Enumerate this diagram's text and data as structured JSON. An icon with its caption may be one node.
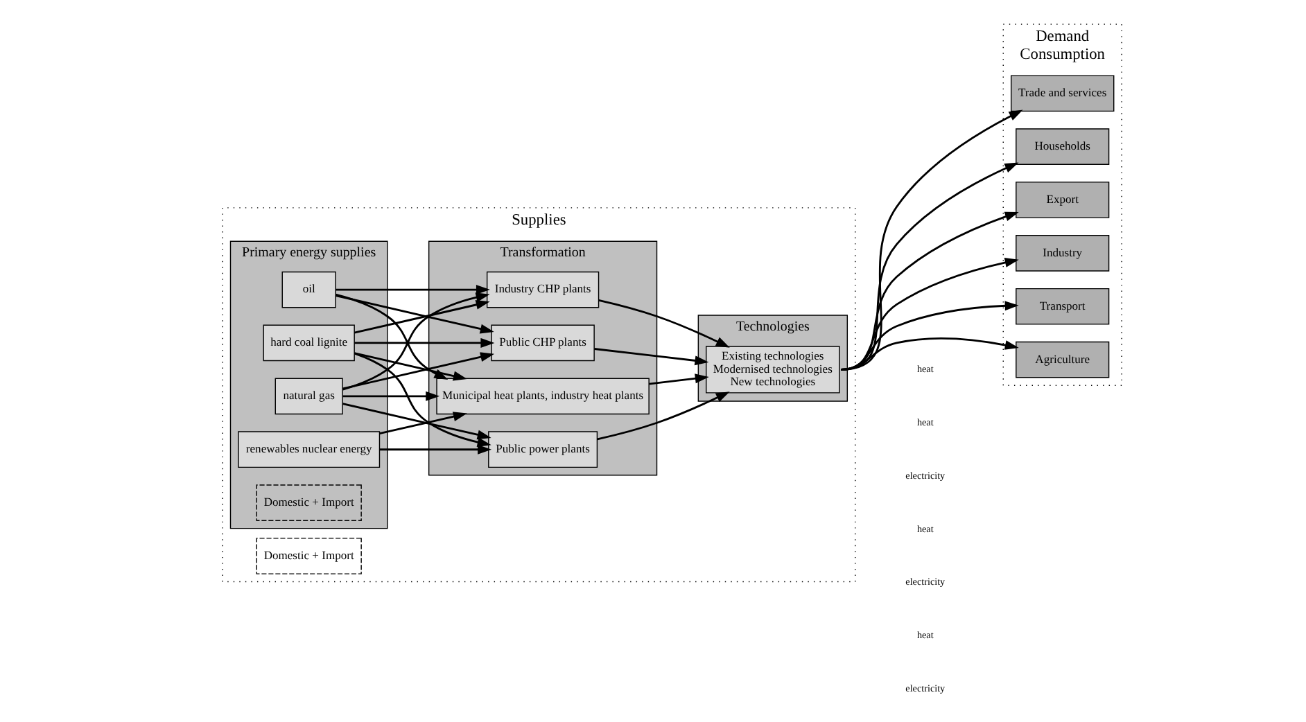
{
  "diagram": {
    "nodes": [
      {
        "text": [
          "Supplies"
        ]
      },
      {
        "text": [
          "Primary energy supplies"
        ],
        "in": 0
      },
      {
        "text": [
          "hard coal lignite"
        ],
        "in": 1
      },
      {
        "text": [
          "natural gas"
        ],
        "in": 1
      },
      {
        "text": [
          "oil"
        ],
        "in": 1
      },
      {
        "text": [
          "renewables nuclear energy"
        ],
        "in": 1
      },
      {
        "text": [
          "Domestic + Import"
        ],
        "in": 1
      },
      {
        "text": [
          "Transformation"
        ],
        "in": 0
      },
      {
        "text": [
          "Public power plants"
        ],
        "in": 7
      },
      {
        "text": [
          "Public CHP plants"
        ],
        "in": 7
      },
      {
        "text": [
          "Industry CHP plants"
        ],
        "in": 7
      },
      {
        "text": [
          "Municipal heat plants, industry heat plants"
        ],
        "in": 7
      },
      {
        "text": [
          "Technologies"
        ],
        "in": 0
      },
      {
        "text": [
          "Existing technologies",
          "Modernised technologies",
          "New technologies"
        ],
        "in": 12
      },
      {
        "text": [
          "Domestic + Import"
        ],
        "in": 0
      },
      {
        "text": [
          "Demand",
          "Consumption"
        ]
      },
      {
        "text": [
          "Industry"
        ],
        "in": 15
      },
      {
        "text": [
          "Transport"
        ],
        "in": 15
      },
      {
        "text": [
          "Agriculture"
        ],
        "in": 15
      },
      {
        "text": [
          "Trade and services"
        ],
        "in": 15
      },
      {
        "text": [
          "Households"
        ],
        "in": 15
      },
      {
        "text": [
          "Export"
        ],
        "in": 15
      }
    ],
    "edges": [
      {
        "from": 2,
        "to": 8,
        "arrow": "to"
      },
      {
        "from": 2,
        "to": 9,
        "arrow": "to"
      },
      {
        "from": 2,
        "to": 10,
        "arrow": "to"
      },
      {
        "from": 2,
        "to": 11,
        "arrow": "to"
      },
      {
        "from": 3,
        "to": 8,
        "arrow": "to"
      },
      {
        "from": 3,
        "to": 9,
        "arrow": "to"
      },
      {
        "from": 3,
        "to": 10,
        "arrow": "to"
      },
      {
        "from": 3,
        "to": 11,
        "arrow": "to"
      },
      {
        "from": 4,
        "to": 9,
        "arrow": "to"
      },
      {
        "from": 4,
        "to": 10,
        "arrow": "to"
      },
      {
        "from": 4,
        "to": 11,
        "arrow": "to"
      },
      {
        "from": 5,
        "to": 8,
        "arrow": "to"
      },
      {
        "from": 5,
        "to": 11,
        "arrow": "to"
      },
      {
        "from": 8,
        "to": 13,
        "arrow": "to"
      },
      {
        "from": 9,
        "to": 13,
        "arrow": "to"
      },
      {
        "from": 10,
        "to": 13,
        "arrow": "to"
      },
      {
        "from": 11,
        "to": 13,
        "arrow": "to"
      },
      {
        "from": 13,
        "to": 16,
        "arrow": "to"
      },
      {
        "from": 13,
        "to": 17,
        "arrow": "to"
      },
      {
        "from": 13,
        "to": 18,
        "arrow": "to"
      },
      {
        "from": 13,
        "to": 19,
        "arrow": "to"
      },
      {
        "from": 13,
        "to": 20,
        "arrow": "to"
      },
      {
        "from": 13,
        "to": 21,
        "arrow": "to"
      }
    ],
    "labels": [
      "electricity",
      "heat",
      "electricity",
      "heat",
      "electricity",
      "heat",
      "heat"
    ]
  }
}
